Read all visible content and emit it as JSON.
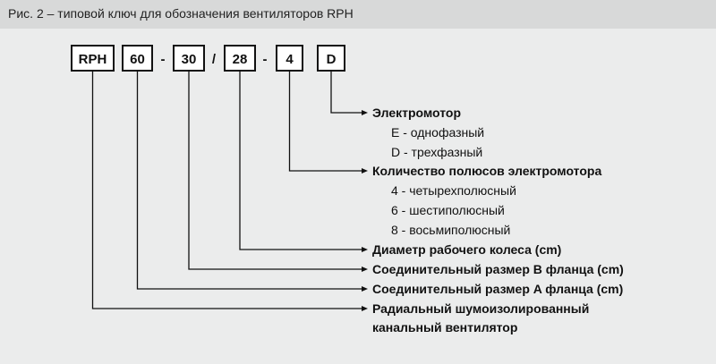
{
  "header": {
    "title": "Рис. 2 – типовой ключ для обозначения вентиляторов RPH"
  },
  "code": {
    "segments": [
      "RPH",
      "60",
      "30",
      "28",
      "4",
      "D"
    ],
    "separators": [
      "-",
      "/",
      "-"
    ]
  },
  "legend": {
    "motor": {
      "title": "Электромотор",
      "options": [
        "E - однофазный",
        "D - трехфазный"
      ]
    },
    "poles": {
      "title": "Количество полюсов электромотора",
      "options": [
        "4 - четырехполюсный",
        "6 - шестиполюсный",
        "8 - восьмиполюсный"
      ]
    },
    "wheel_diameter": "Диаметр рабочего колеса (cm)",
    "flange_b": "Соединительный размер B фланца (cm)",
    "flange_a": "Соединительный размер A фланца (cm)",
    "fan_type": [
      "Радиальный шумоизолированный",
      "канальный вентилятор"
    ]
  }
}
